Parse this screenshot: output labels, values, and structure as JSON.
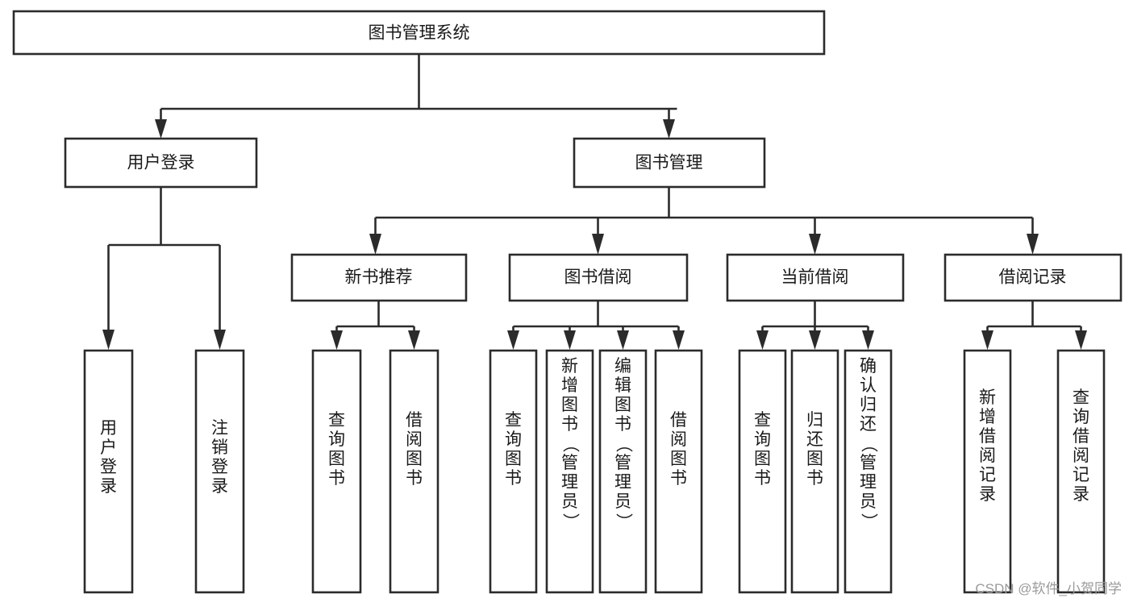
{
  "diagram": {
    "type": "hierarchy-tree",
    "title": "图书管理系统",
    "watermark": "CSDN @软件_小贺同学",
    "colors": {
      "box_stroke": "#2b2b2b",
      "box_fill": "#ffffff",
      "text": "#1a1a1a",
      "background": "#ffffff",
      "watermark": "#9a9a9a"
    },
    "root": {
      "label": "图书管理系统"
    },
    "level2": [
      {
        "label": "用户登录"
      },
      {
        "label": "图书管理"
      }
    ],
    "level3": [
      {
        "label": "新书推荐"
      },
      {
        "label": "图书借阅"
      },
      {
        "label": "当前借阅"
      },
      {
        "label": "借阅记录"
      }
    ],
    "leaves_user_login": [
      {
        "label": "用户登录"
      },
      {
        "label": "注销登录"
      }
    ],
    "leaves_new_book": [
      {
        "label": "查询图书"
      },
      {
        "label": "借阅图书"
      }
    ],
    "leaves_borrow": [
      {
        "label": "查询图书"
      },
      {
        "label": "新增图书（管理员）"
      },
      {
        "label": "编辑图书（管理员）"
      },
      {
        "label": "借阅图书"
      }
    ],
    "leaves_current": [
      {
        "label": "查询图书"
      },
      {
        "label": "归还图书"
      },
      {
        "label": "确认归还（管理员）"
      }
    ],
    "leaves_record": [
      {
        "label": "新增借阅记录"
      },
      {
        "label": "查询借阅记录"
      }
    ]
  }
}
